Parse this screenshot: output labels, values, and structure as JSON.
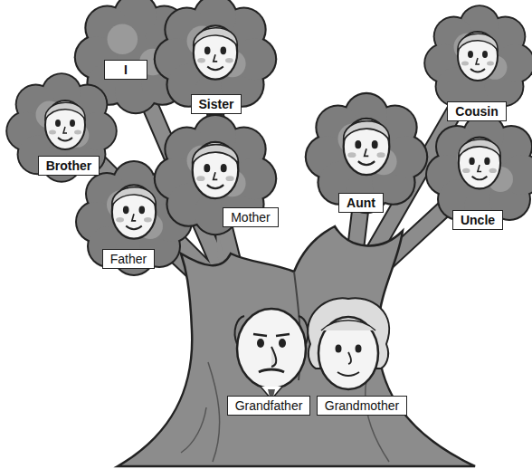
{
  "diagram": {
    "nodes": [
      {
        "text": [
          "I"
        ]
      },
      {
        "text": [
          "Sister"
        ]
      },
      {
        "text": [
          "Cousin"
        ]
      },
      {
        "text": [
          "Brother"
        ]
      },
      {
        "text": [
          "Aunt"
        ]
      },
      {
        "text": [
          "Mother"
        ]
      },
      {
        "text": [
          "Uncle"
        ]
      },
      {
        "text": [
          "Father"
        ]
      },
      {
        "text": [
          "Grandfather"
        ]
      },
      {
        "text": [
          "Grandmother"
        ]
      }
    ]
  }
}
